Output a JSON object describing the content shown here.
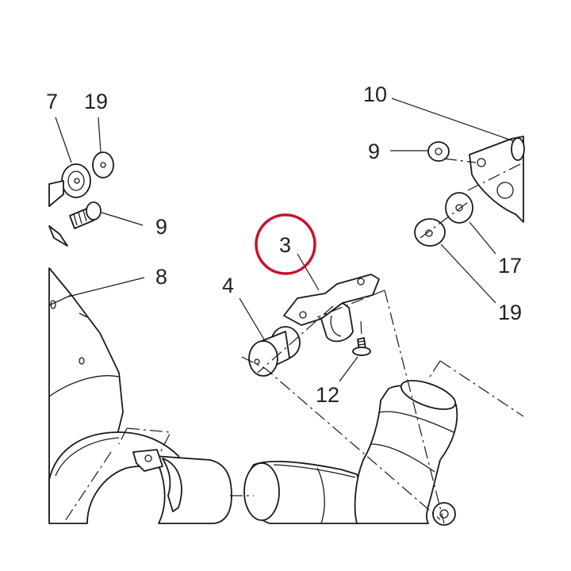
{
  "diagram": {
    "highlight_color": "#c8102e",
    "callouts": [
      {
        "id": "7",
        "text": "7"
      },
      {
        "id": "19a",
        "text": "19"
      },
      {
        "id": "9a",
        "text": "9"
      },
      {
        "id": "8",
        "text": "8"
      },
      {
        "id": "3",
        "text": "3",
        "highlighted": true
      },
      {
        "id": "4",
        "text": "4"
      },
      {
        "id": "12",
        "text": "12"
      },
      {
        "id": "10",
        "text": "10"
      },
      {
        "id": "9b",
        "text": "9"
      },
      {
        "id": "17",
        "text": "17"
      },
      {
        "id": "19b",
        "text": "19"
      }
    ]
  }
}
